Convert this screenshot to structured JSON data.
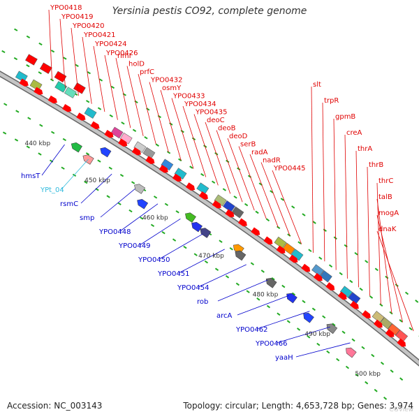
{
  "title": "Yersinia pestis CO92, complete genome",
  "footer": {
    "accession": "Accession: NC_003143",
    "summary": "Topology: circular; Length: 4,653,728 bp; Genes: 3,974"
  },
  "watermark": "CGView",
  "colors": {
    "forward_label": "#e00000",
    "reverse_label": "#0000cc",
    "rna_label": "#33bbdd",
    "backbone": "#888888",
    "tick": "#22aa22"
  },
  "scale_labels": [
    "440 kbp",
    "450 kbp",
    "460 kbp",
    "470 kbp",
    "480 kbp",
    "490 kbp",
    "500 kbp"
  ],
  "forward_genes": [
    "YPO0418",
    "YPO0419",
    "YPO0420",
    "YPO0421",
    "YPO0424",
    "YPO0426",
    "rimI",
    "holD",
    "prfC",
    "YPO0432",
    "osmY",
    "YPO0433",
    "YPO0434",
    "YPO0435",
    "deoC",
    "deoB",
    "deoD",
    "serB",
    "radA",
    "nadR",
    "YPO0445",
    "slt",
    "trpR",
    "gpmB",
    "creA",
    "thrA",
    "thrB",
    "thrC",
    "talB",
    "mogA",
    "dnaK"
  ],
  "reverse_genes": [
    "hmsT",
    "YPt_04",
    "rsmC",
    "smp",
    "YPO0448",
    "YPO0449",
    "YPO0450",
    "YPO0451",
    "YPO0454",
    "rob",
    "arcA",
    "YPO0462",
    "YPO0466",
    "yaaH"
  ]
}
